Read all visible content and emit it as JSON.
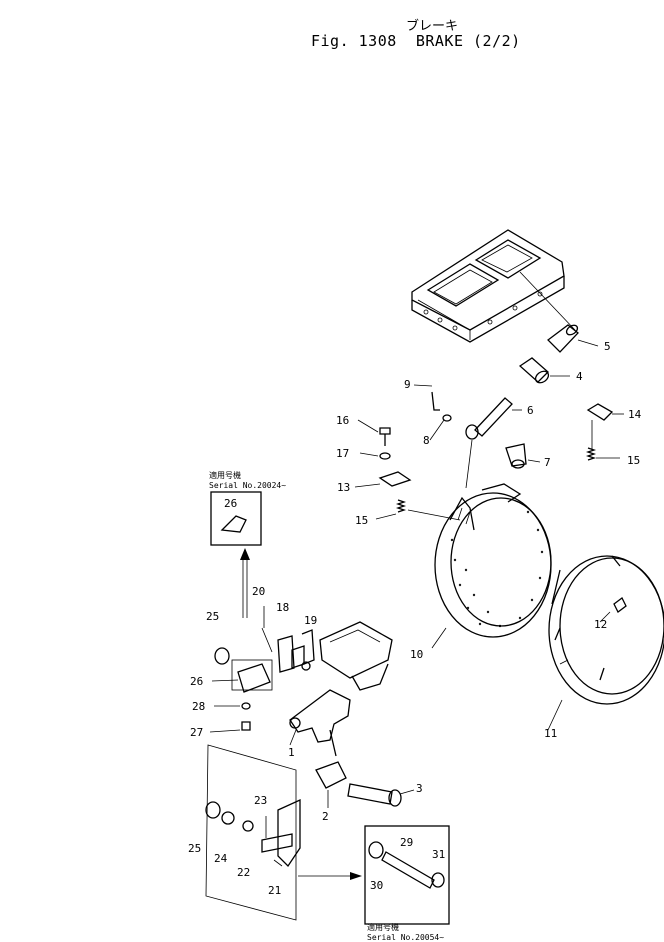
{
  "header": {
    "figure_label": "Fig. 1308",
    "title": "BRAKE",
    "fraction": "(2/2)",
    "japanese_title": "ブレーキ"
  },
  "parts": [
    {
      "no": "1"
    },
    {
      "no": "2"
    },
    {
      "no": "3"
    },
    {
      "no": "4"
    },
    {
      "no": "5"
    },
    {
      "no": "6"
    },
    {
      "no": "7"
    },
    {
      "no": "8"
    },
    {
      "no": "9"
    },
    {
      "no": "10"
    },
    {
      "no": "11"
    },
    {
      "no": "12"
    },
    {
      "no": "13"
    },
    {
      "no": "14"
    },
    {
      "no": "15"
    },
    {
      "no": "16"
    },
    {
      "no": "17"
    },
    {
      "no": "18"
    },
    {
      "no": "19"
    },
    {
      "no": "20"
    },
    {
      "no": "21"
    },
    {
      "no": "22"
    },
    {
      "no": "23"
    },
    {
      "no": "24"
    },
    {
      "no": "25"
    },
    {
      "no": "26"
    },
    {
      "no": "27"
    },
    {
      "no": "28"
    },
    {
      "no": "29"
    },
    {
      "no": "30"
    },
    {
      "no": "31"
    }
  ],
  "serial_boxes": {
    "upper": {
      "jp_label": "適用号機",
      "serial": "Serial No.20024~",
      "part": "26"
    },
    "lower": {
      "jp_label": "適用号機",
      "serial": "Serial No.20054~"
    }
  }
}
